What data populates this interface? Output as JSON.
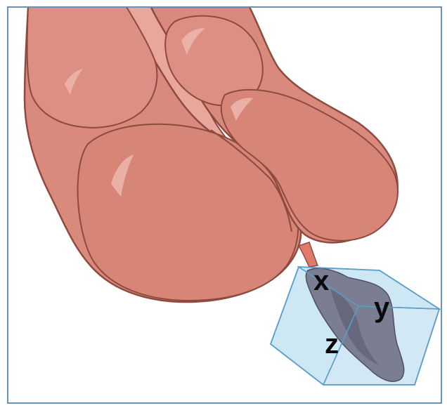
{
  "labels": {
    "x": "x",
    "y": "y",
    "z": "z"
  },
  "colors": {
    "frame": "#3d6f9e",
    "organ_fill": "#d98a7d",
    "organ_shadow": "#c07062",
    "organ_outline": "#8e4a3f",
    "organ_highlight": "#ecb5ab",
    "stalk_fill": "#e07a6b",
    "box_fill": "#a6d4ec",
    "box_edge": "#5b9ec9",
    "specimen_fill": "#7b7d93",
    "specimen_dark": "#5e6075"
  }
}
